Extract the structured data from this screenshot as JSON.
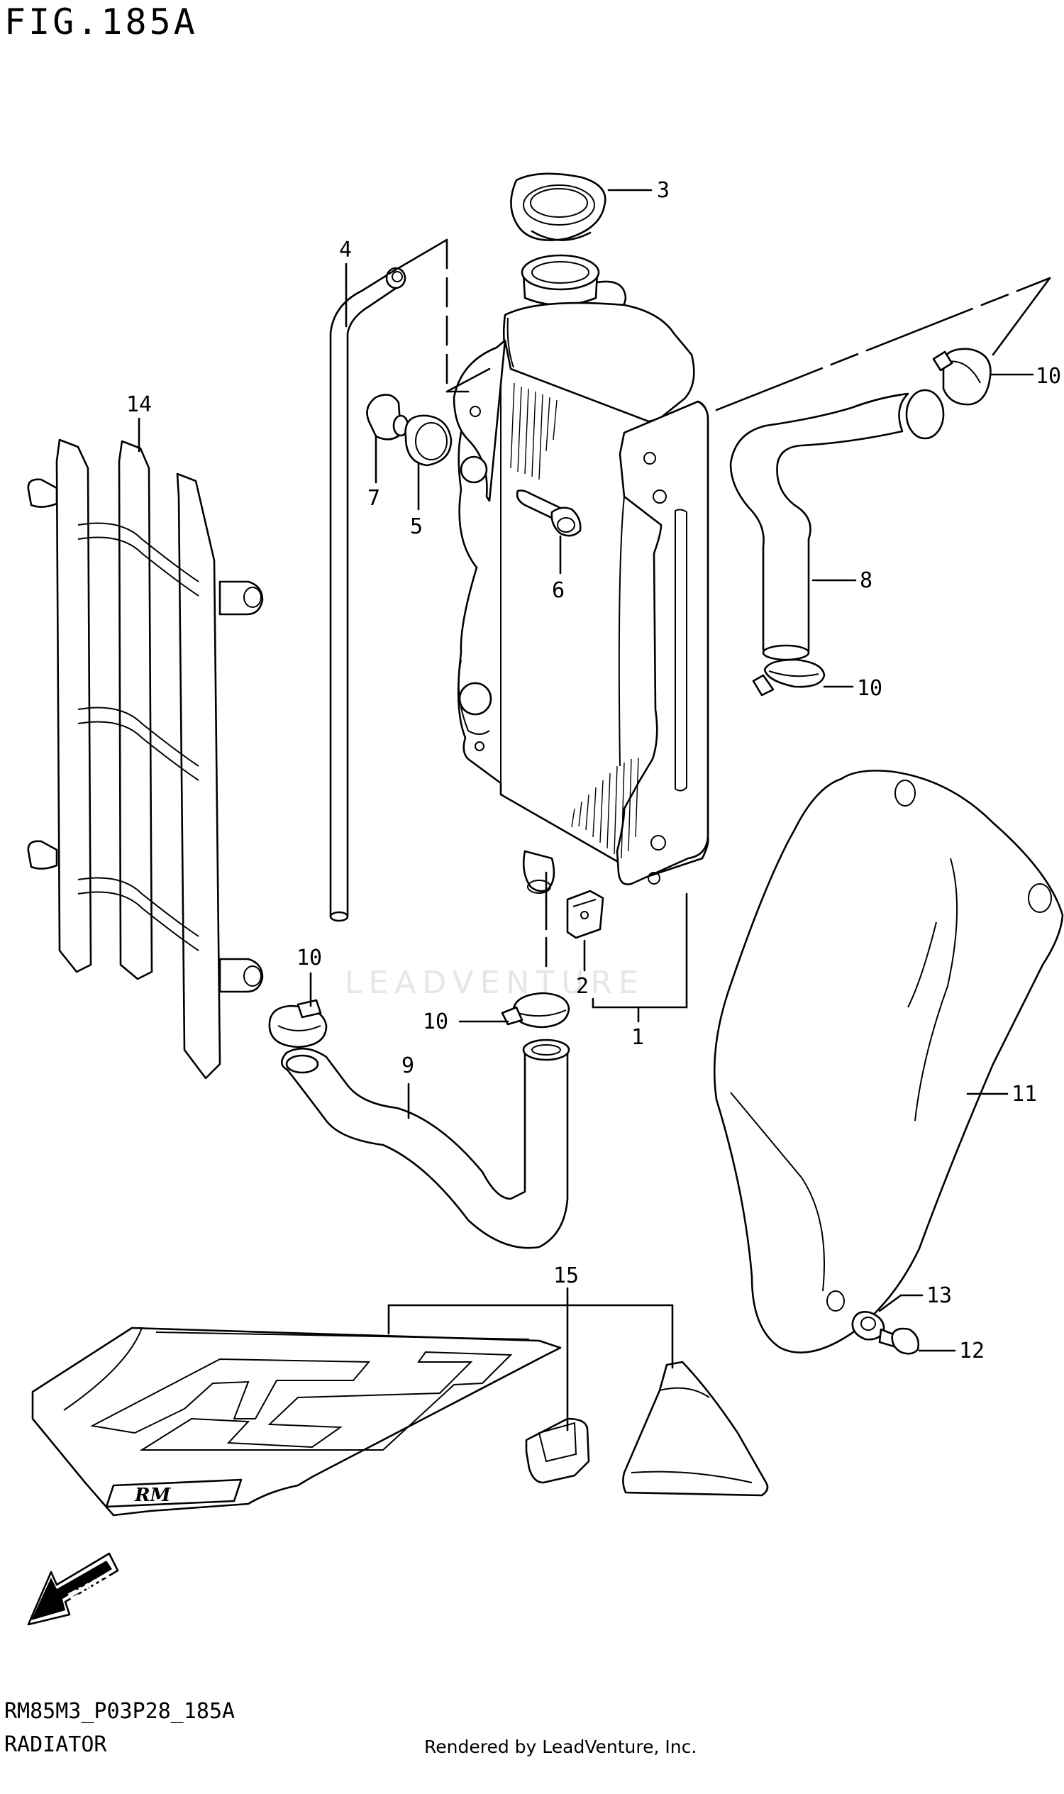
{
  "header": {
    "figure_title": "FIG.185A"
  },
  "watermark": {
    "text": "LEADVENTURE"
  },
  "callouts": [
    {
      "id": "c1",
      "label": "1"
    },
    {
      "id": "c2",
      "label": "2"
    },
    {
      "id": "c3",
      "label": "3"
    },
    {
      "id": "c4",
      "label": "4"
    },
    {
      "id": "c5",
      "label": "5"
    },
    {
      "id": "c6",
      "label": "6"
    },
    {
      "id": "c7",
      "label": "7"
    },
    {
      "id": "c8",
      "label": "8"
    },
    {
      "id": "c9",
      "label": "9"
    },
    {
      "id": "c10a",
      "label": "10"
    },
    {
      "id": "c10b",
      "label": "10"
    },
    {
      "id": "c10c",
      "label": "10"
    },
    {
      "id": "c10d",
      "label": "10"
    },
    {
      "id": "c11",
      "label": "11"
    },
    {
      "id": "c12",
      "label": "12"
    },
    {
      "id": "c13",
      "label": "13"
    },
    {
      "id": "c14",
      "label": "14"
    },
    {
      "id": "c15",
      "label": "15"
    }
  ],
  "fwd_arrow": {
    "text": "FWD"
  },
  "shroud_logo": {
    "text": "RM"
  },
  "footer": {
    "diagram_code": "RM85M3_P03P28_185A",
    "section_name": "RADIATOR",
    "rendered_by": "Rendered by LeadVenture, Inc."
  }
}
